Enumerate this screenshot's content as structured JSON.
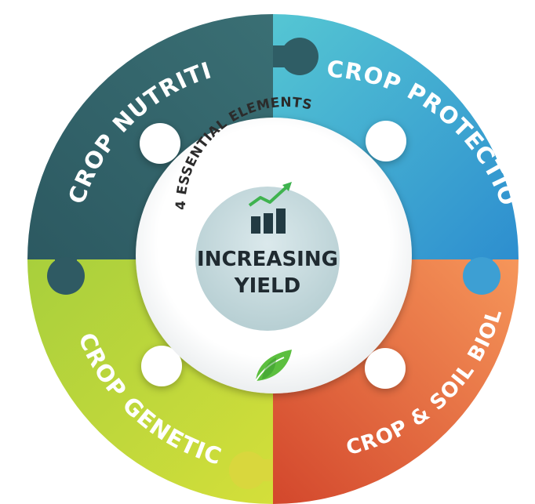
{
  "diagram": {
    "center_title_line1": "INCREASING",
    "center_title_line2": "YIELD",
    "arc_title": "4 ESSENTIAL ELEMENTS",
    "quadrants": [
      {
        "label": "CROP NUTRITION",
        "color_from": "#3c7d80",
        "color_to": "#294e57"
      },
      {
        "label": "CROP PROTECTION",
        "color_from": "#4fc2d3",
        "color_to": "#2a8fcf"
      },
      {
        "label": "CROP & SOIL BIOLOGY",
        "color_from": "#f59154",
        "color_to": "#d64a2e"
      },
      {
        "label": "CROP GENETICS",
        "color_from": "#c5d936",
        "color_to": "#5da93b"
      }
    ],
    "icons": [
      "bar-chart-trend-icon",
      "leaf-icon"
    ],
    "colors": {
      "hub": "#ffffff",
      "core": "#c9dcdf",
      "accent_green": "#3fb34f",
      "bar_dark": "#223a42"
    }
  }
}
